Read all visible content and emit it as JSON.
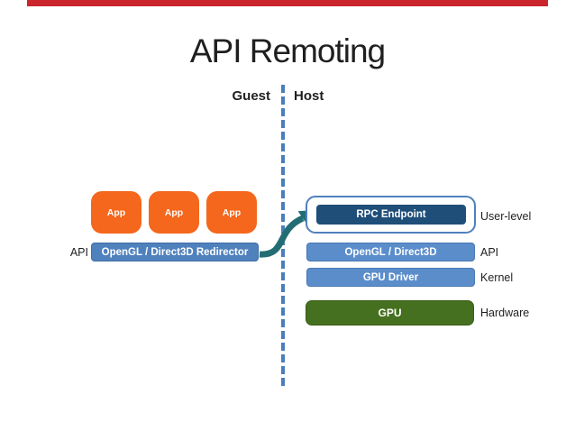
{
  "title": "API Remoting",
  "columns": {
    "guest": "Guest",
    "host": "Host"
  },
  "guest": {
    "apps": [
      "App",
      "App",
      "App"
    ],
    "redirector": "OpenGL / Direct3D Redirector",
    "api_label": "API"
  },
  "host": {
    "rpc_endpoint": "RPC Endpoint",
    "rpc_level": "User-level",
    "layers": [
      {
        "label": "OpenGL / Direct3D",
        "level": "API"
      },
      {
        "label": "GPU Driver",
        "level": "Kernel"
      },
      {
        "label": "GPU",
        "level": "Hardware"
      }
    ]
  },
  "icons": {
    "arrow": "curved-arrow-icon"
  },
  "colors": {
    "accent_red": "#C9252B",
    "app_orange": "#F4671C",
    "redirector_blue": "#4F81BD",
    "host_bar_blue": "#5B8DCB",
    "rpc_navy": "#1F4E79",
    "container_border_blue": "#4F81BD",
    "gpu_green": "#45701F",
    "arrow_teal": "#226D74",
    "divider_blue": "#4A7EBB",
    "text_dark": "#1F1F1F"
  }
}
